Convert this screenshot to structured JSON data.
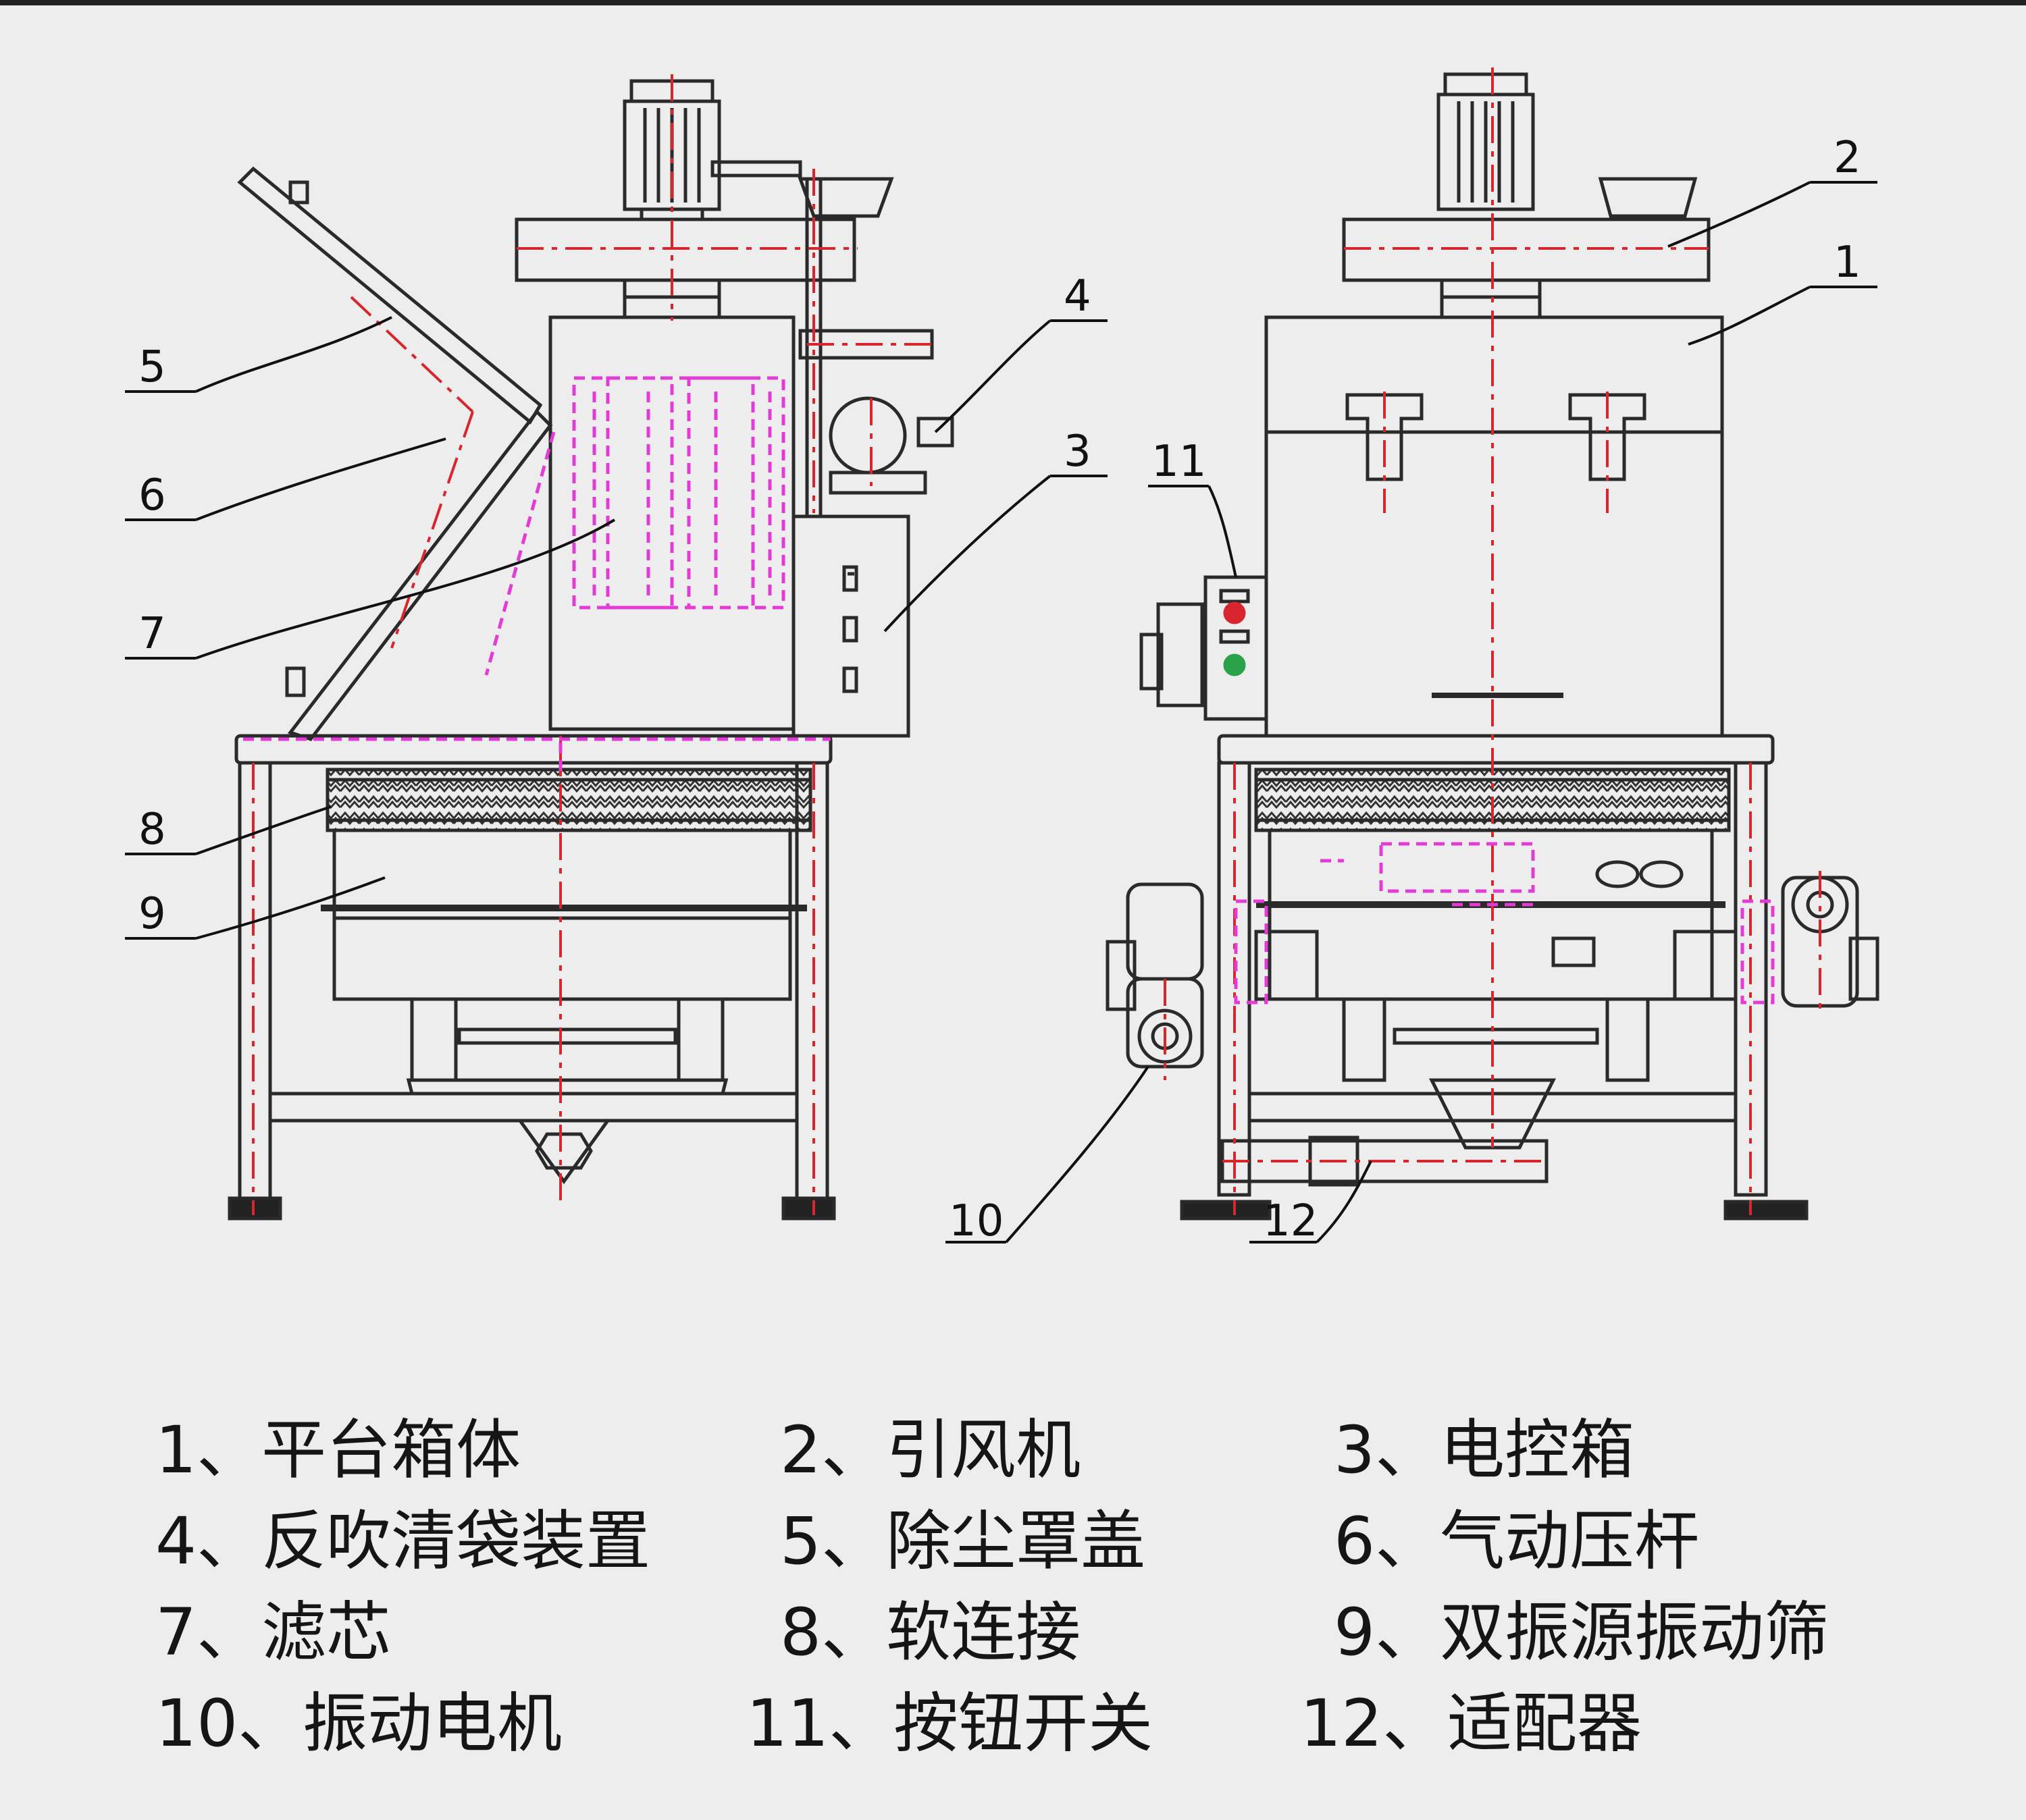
{
  "callouts": {
    "c1": "1",
    "c2": "2",
    "c3": "3",
    "c4": "4",
    "c5": "5",
    "c6": "6",
    "c7": "7",
    "c8": "8",
    "c9": "9",
    "c10": "10",
    "c11": "11",
    "c12": "12"
  },
  "legend": [
    "1、平台箱体",
    "2、引风机",
    "3、电控箱",
    "4、反吹清袋装置",
    "5、除尘罩盖",
    "6、气动压杆",
    "7、滤芯",
    "8、软连接",
    "9、双振源振动筛",
    "10、振动电机",
    "11、按钮开关",
    "12、适配器"
  ],
  "colors": {
    "line": "#2a2a2a",
    "centerline": "#d8262e",
    "hidden": "#e33cd6",
    "background": "#ededed"
  }
}
